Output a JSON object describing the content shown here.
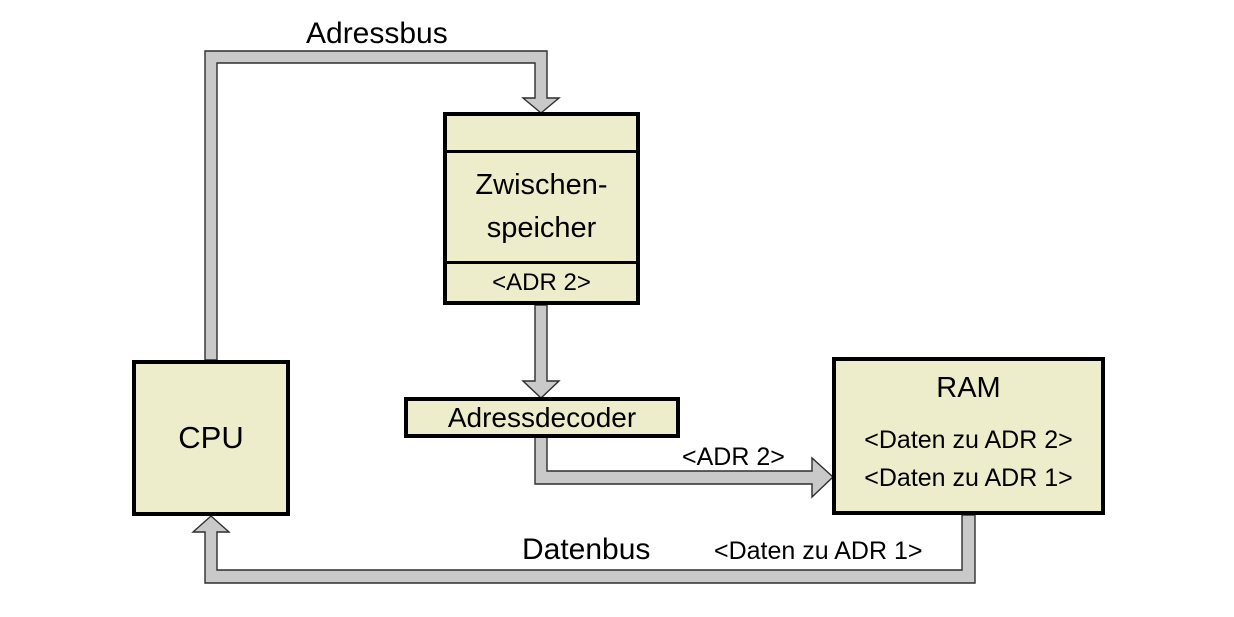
{
  "diagram": {
    "type": "block-diagram",
    "language": "de",
    "colors": {
      "box_fill": "#ededcb",
      "box_border": "#000000",
      "bus_fill": "#c9c9c9",
      "bus_outline": "#2e2e2e",
      "background": "#ffffff"
    },
    "boxes": {
      "cpu": {
        "label": "CPU"
      },
      "buffer": {
        "line1": "Zwischen-",
        "line2": "speicher",
        "register": "<ADR 2>"
      },
      "decoder": {
        "label": "Adressdecoder"
      },
      "ram": {
        "title": "RAM",
        "row1": "<Daten zu ADR 2>",
        "row2": "<Daten zu ADR 1>"
      }
    },
    "labels": {
      "adressbus": "Adressbus",
      "datenbus": "Datenbus",
      "adr2": "<ADR 2>",
      "daten_zu_adr1": "<Daten zu ADR 1>"
    },
    "connections": [
      {
        "from": "cpu",
        "to": "buffer",
        "via": "Adressbus",
        "arrow": "into buffer top"
      },
      {
        "from": "buffer",
        "to": "decoder",
        "carries": "<ADR 2>",
        "arrow": "into decoder top"
      },
      {
        "from": "decoder",
        "to": "ram",
        "carries": "<ADR 2>",
        "arrow": "into ram left"
      },
      {
        "from": "ram",
        "to": "cpu",
        "via": "Datenbus",
        "carries": "<Daten zu ADR 1>",
        "arrow": "into cpu bottom"
      }
    ]
  }
}
